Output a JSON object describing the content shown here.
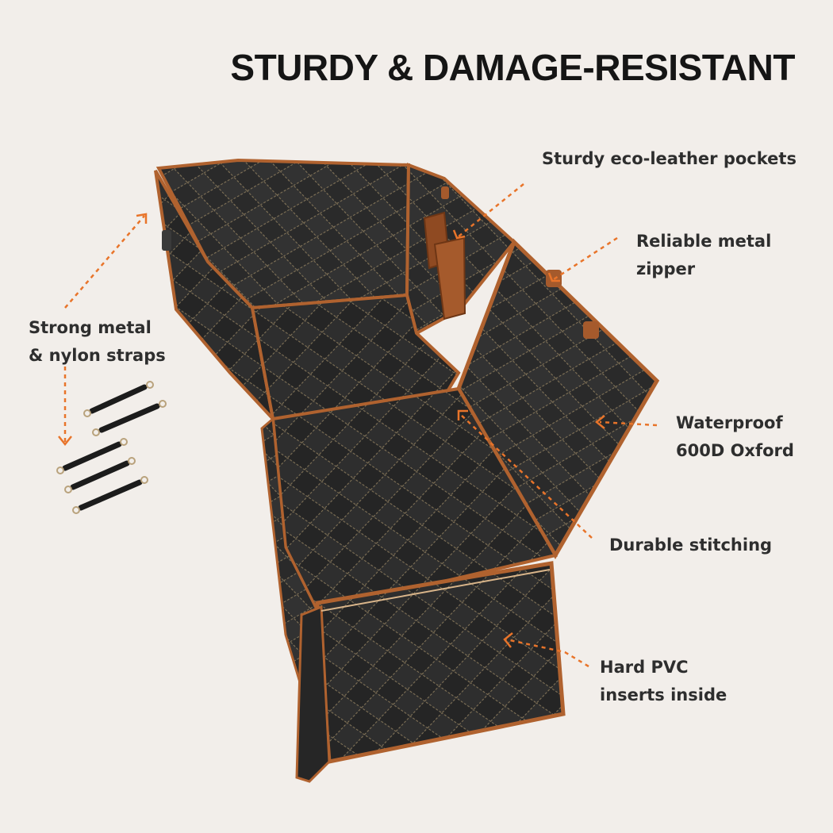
{
  "title": "STURDY & DAMAGE-RESISTANT",
  "callouts": {
    "pockets": [
      "Sturdy eco-leather pockets"
    ],
    "zipper": [
      "Reliable metal",
      "zipper"
    ],
    "straps": [
      "Strong metal",
      "& nylon straps"
    ],
    "oxford": [
      "Waterproof",
      "600D Oxford"
    ],
    "stitching": [
      "Durable stitching"
    ],
    "pvc": [
      "Hard PVC",
      "inserts inside"
    ]
  },
  "colors": {
    "background": "#f2eeea",
    "title": "#151515",
    "label": "#2e2e2e",
    "accent_arrow": "#e8742a",
    "fabric": "#2b2b2b",
    "fabric_dark": "#1f1f1f",
    "stitch": "#8a7a5c",
    "leather_trim": "#b0622f"
  },
  "icons": [
    "dashed-arrow-icon",
    "strap-icon",
    "pocket-icon",
    "zipper-pull-icon"
  ]
}
